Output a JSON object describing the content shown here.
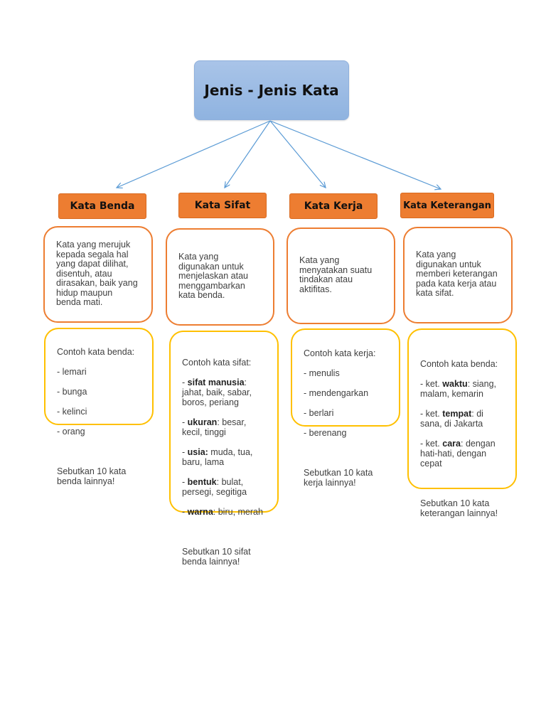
{
  "title": "Jenis - Jenis Kata",
  "colors": {
    "title_fill": "#9dbbe5",
    "category_fill": "#ed7d31",
    "definition_border": "#ed7d31",
    "example_border": "#ffc000",
    "connector": "#5b9bd5"
  },
  "categories": [
    {
      "label": "Kata Benda",
      "definition": "Kata yang merujuk\nkepada segala hal\nyang dapat dilihat,\ndisentuh, atau\ndirasakan, baik yang\nhidup maupun\nbenda mati.",
      "example_heading": "Contoh kata benda:",
      "examples": [
        "- lemari",
        "- bunga",
        "- kelinci",
        "- orang"
      ],
      "prompt": "Sebutkan 10 kata\nbenda lainnya!"
    },
    {
      "label": "Kata Sifat",
      "definition": "Kata yang\ndigunakan untuk\nmenjelaskan atau\nmenggambarkan\nkata benda.",
      "example_heading": "Contoh kata sifat:",
      "examples": [
        {
          "prefix": "- ",
          "term": "sifat manusia",
          "rest": ":\njahat, baik, sabar,\nboros, periang"
        },
        {
          "prefix": "- ",
          "term": "ukuran",
          "rest": ": besar,\nkecil, tinggi"
        },
        {
          "prefix": "- ",
          "term": "usia:",
          "rest": " muda, tua,\nbaru, lama"
        },
        {
          "prefix": "- ",
          "term": "bentuk",
          "rest": ": bulat,\npersegi, segitiga"
        },
        {
          "prefix": "- ",
          "term": "warna",
          "rest": ": biru, merah"
        }
      ],
      "prompt": "Sebutkan 10 sifat\nbenda lainnya!"
    },
    {
      "label": "Kata Kerja",
      "definition": "Kata yang\nmenyatakan suatu\ntindakan atau\naktifitas.",
      "example_heading": "Contoh kata kerja:",
      "examples": [
        "- menulis",
        "- mendengarkan",
        "- berlari",
        "- berenang"
      ],
      "prompt": "Sebutkan 10 kata\nkerja lainnya!"
    },
    {
      "label": "Kata Keterangan",
      "definition": "Kata yang\ndigunakan untuk\nmemberi keterangan\npada kata kerja atau\nkata sifat.",
      "example_heading": "Contoh kata benda:",
      "examples": [
        {
          "prefix": "- ket. ",
          "term": "waktu",
          "rest": ": siang,\nmalam, kemarin"
        },
        {
          "prefix": "- ket. ",
          "term": "tempat",
          "rest": ": di\nsana, di Jakarta"
        },
        {
          "prefix": "- ket. ",
          "term": "cara",
          "rest": ": dengan\nhati-hati, dengan\ncepat"
        }
      ],
      "prompt": "Sebutkan 10 kata\nketerangan lainnya!"
    }
  ]
}
